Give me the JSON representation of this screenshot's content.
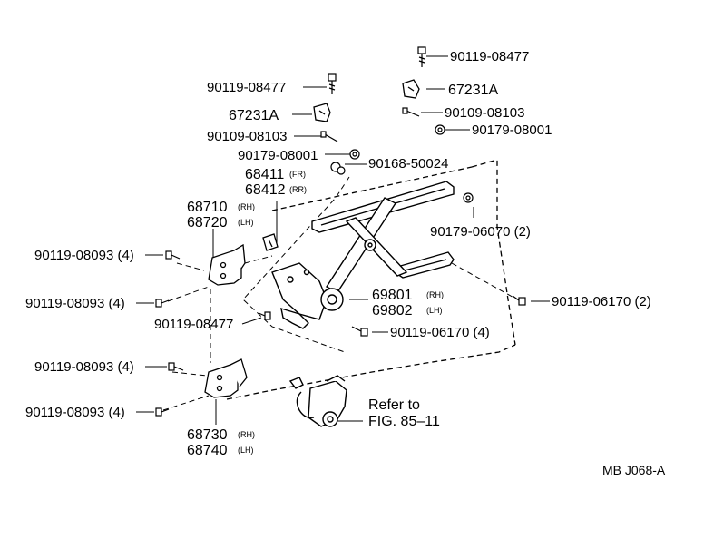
{
  "labels": {
    "b_90119_08477_tr": "90119-08477",
    "p_67231A_r": "67231A",
    "b_90109_08103_r": "90109-08103",
    "n_90179_08001_r": "90179-08001",
    "b_90119_08477_l": "90119-08477",
    "p_67231A_l": "67231A",
    "b_90109_08103_l": "90109-08103",
    "n_90179_08001_l": "90179-08001",
    "b_90168_50024": "90168-50024",
    "p_68411": "68411",
    "p_68411_sfx": "(FR)",
    "p_68412": "68412",
    "p_68412_sfx": "(RR)",
    "p_68710": "68710",
    "p_68710_sfx": "(RH)",
    "p_68720": "68720",
    "p_68720_sfx": "(LH)",
    "n_90179_06070": "90179-06070 (2)",
    "b_90119_08093_1": "90119-08093 (4)",
    "b_90119_08093_2": "90119-08093 (4)",
    "b_90119_08093_3": "90119-08093 (4)",
    "b_90119_08093_4": "90119-08093 (4)",
    "p_69801": "69801",
    "p_69801_sfx": "(RH)",
    "p_69802": "69802",
    "p_69802_sfx": "(LH)",
    "b_90119_06170_r": "90119-06170 (2)",
    "b_90119_08477_c": "90119-08477",
    "b_90119_06170_c": "90119-06170 (4)",
    "ref_line1": "Refer to",
    "ref_line2": "FIG. 85–11",
    "p_68730": "68730",
    "p_68730_sfx": "(RH)",
    "p_68740": "68740",
    "p_68740_sfx": "(LH)",
    "code": "MB J068-A"
  }
}
